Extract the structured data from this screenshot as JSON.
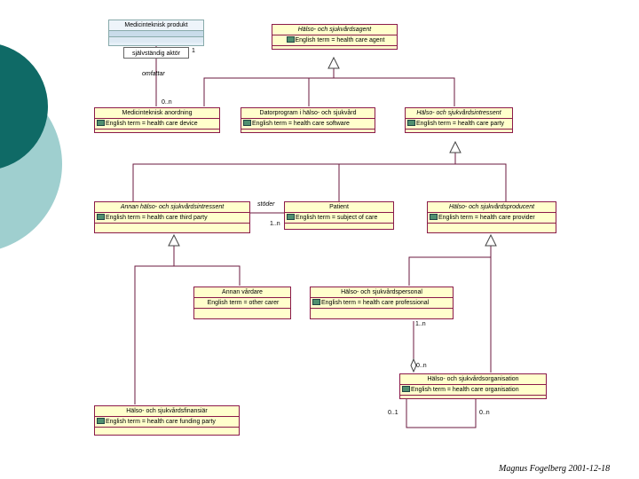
{
  "classes": {
    "medtek_produkt": {
      "name": "Medicinteknisk produkt"
    },
    "halso_agent": {
      "name": "Hälso- och sjukvårdsagent",
      "attr": "English term = health care agent"
    },
    "medtek_anordning": {
      "name": "Medicinteknisk anordning",
      "attr": "English term = health care device"
    },
    "datorprogram": {
      "name": "Datorprogram i hälso- och sjukvård",
      "attr": "English term = health care software"
    },
    "intressent": {
      "name": "Hälso- och sjukvårdsintressent",
      "attr": "English term = health care party"
    },
    "annan_intressent": {
      "name": "Annan hälso- och sjukvårdsintressent",
      "attr": "English term = health care third party"
    },
    "patient": {
      "name": "Patient",
      "attr": "English term = subject of care"
    },
    "producent": {
      "name": "Hälso- och sjukvårdsproducent",
      "attr": "English term = health care provider"
    },
    "annan_vardare": {
      "name": "Annan vårdare",
      "attr": "English term = other carer"
    },
    "personal": {
      "name": "Hälso- och sjukvårdspersonal",
      "attr": "English term = health care professional"
    },
    "organisation": {
      "name": "Hälso- och sjukvårdsorganisation",
      "attr": "English term = health care organisation"
    },
    "finansiar": {
      "name": "Hälso- och sjukvårdsfinansiär",
      "attr": "English term = health care funding party"
    }
  },
  "labels": {
    "role": "självständig aktör",
    "mult_one": "1",
    "omfattar": "omfattar",
    "mult_anordning": "0..n",
    "stoder": "stöder",
    "mult_patient": "1..n",
    "mult_personal": "1..n",
    "mult_org_top": "0..n",
    "mult_org_left": "0..1",
    "mult_org_right": "0..n"
  },
  "footer": {
    "signature": "Magnus Fogelberg 2001-12-18"
  },
  "colors": {
    "class_fill": "#ffffcc",
    "class_border": "#8b1a4a",
    "deco_dark": "#0f6a66",
    "deco_light": "#9fcfcf"
  },
  "icons": {
    "attribute": "attribute-icon"
  }
}
